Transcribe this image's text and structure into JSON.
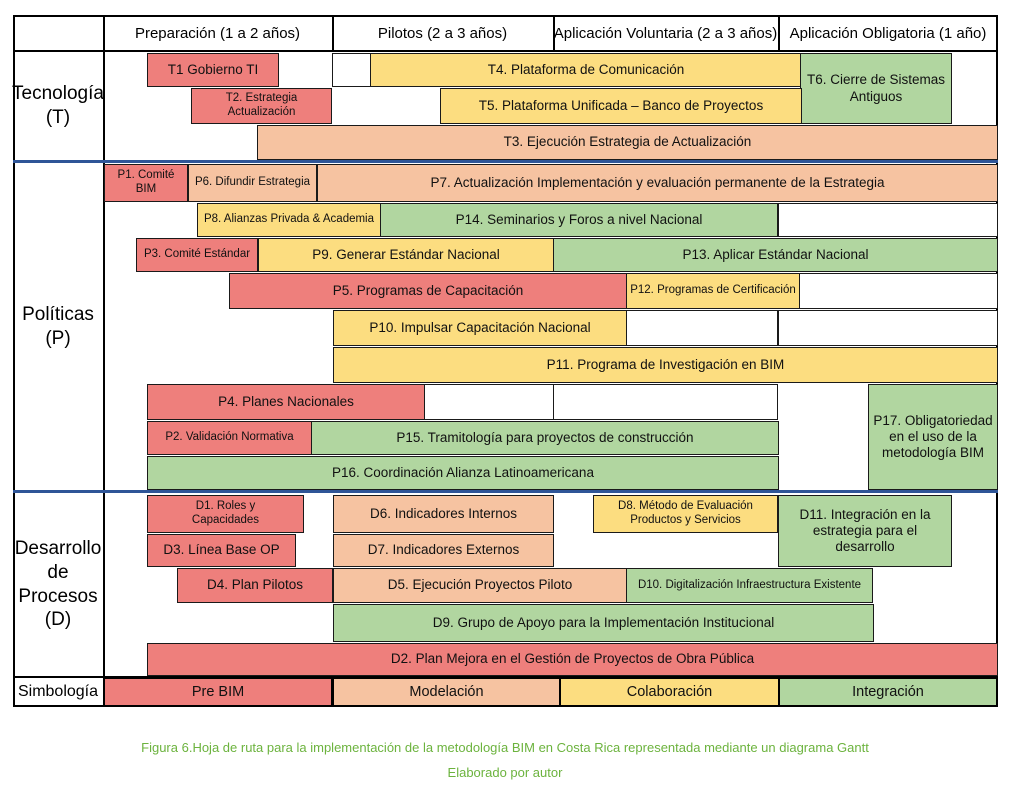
{
  "header": {
    "phase1": "Preparación (1 a 2 años)",
    "phase2": "Pilotos (2 a 3 años)",
    "phase3": "Aplicación Voluntaria (2 a 3 años)",
    "phase4": "Aplicación Obligatoria (1 año)"
  },
  "categories": {
    "tecnologia": "Tecnología\n(T)",
    "politicas": "Políticas\n(P)",
    "procesos": "Desarrollo\nde Procesos\n(D)",
    "simbologia": "Simbología"
  },
  "tasks": {
    "t1": "T1 Gobierno TI",
    "t2": "T2. Estrategia\nActualización",
    "t3": "T3. Ejecución Estrategia de Actualización",
    "t4": "T4. Plataforma de Comunicación",
    "t5": "T5. Plataforma Unificada – Banco de Proyectos",
    "t6": "T6. Cierre de Sistemas\nAntiguos",
    "p1": "P1. Comité\nBIM",
    "p6": "P6. Difundir Estrategia",
    "p7": "P7. Actualización Implementación y evaluación permanente de la Estrategia",
    "p8": "P8. Alianzas Privada & Academia",
    "p14": "P14. Seminarios y Foros a nivel Nacional",
    "p3": "P3. Comité Estándar",
    "p9": "P9. Generar Estándar Nacional",
    "p13": "P13.  Aplicar Estándar Nacional",
    "p5": "P5. Programas de Capacitación",
    "p12": "P12. Programas de Certificación",
    "p10": "P10. Impulsar Capacitación Nacional",
    "p11": "P11. Programa de Investigación en BIM",
    "p4": "P4. Planes Nacionales",
    "p2": "P2. Validación Normativa",
    "p15": "P15. Tramitología para proyectos de construcción",
    "p16": "P16. Coordinación Alianza Latinoamericana",
    "p17": "P17. Obligatoriedad\nen el uso de la\nmetodología BIM",
    "d1": "D1. Roles y\nCapacidades",
    "d3": "D3. Línea Base OP",
    "d4": "D4. Plan Pilotos",
    "d6": "D6. Indicadores Internos",
    "d7": "D7. Indicadores Externos",
    "d5": "D5. Ejecución Proyectos Piloto",
    "d8": "D8. Método de Evaluación\nProductos y Servicios",
    "d10": "D10. Digitalización Infraestructura Existente",
    "d11": "D11. Integración en la\nestrategia para el\ndesarrollo",
    "d9": "D9. Grupo de Apoyo para la Implementación Institucional",
    "d2": "D2. Plan Mejora en el Gestión de Proyectos de Obra Pública"
  },
  "legend": {
    "pre": "Pre BIM",
    "mod": "Modelación",
    "col": "Colaboración",
    "int": "Integración"
  },
  "colors": {
    "pre_bim": "#ee7f7c",
    "modelacion": "#f6c3a1",
    "colaboracion": "#fcdd80",
    "integracion": "#b1d6a0",
    "separator": "#2f5597",
    "caption": "#6cb33e"
  },
  "caption": {
    "line1": "Figura 6.Hoja de ruta para la implementación de la metodología BIM en Costa Rica representada mediante un diagrama Gantt",
    "line2": "Elaborado por autor"
  }
}
